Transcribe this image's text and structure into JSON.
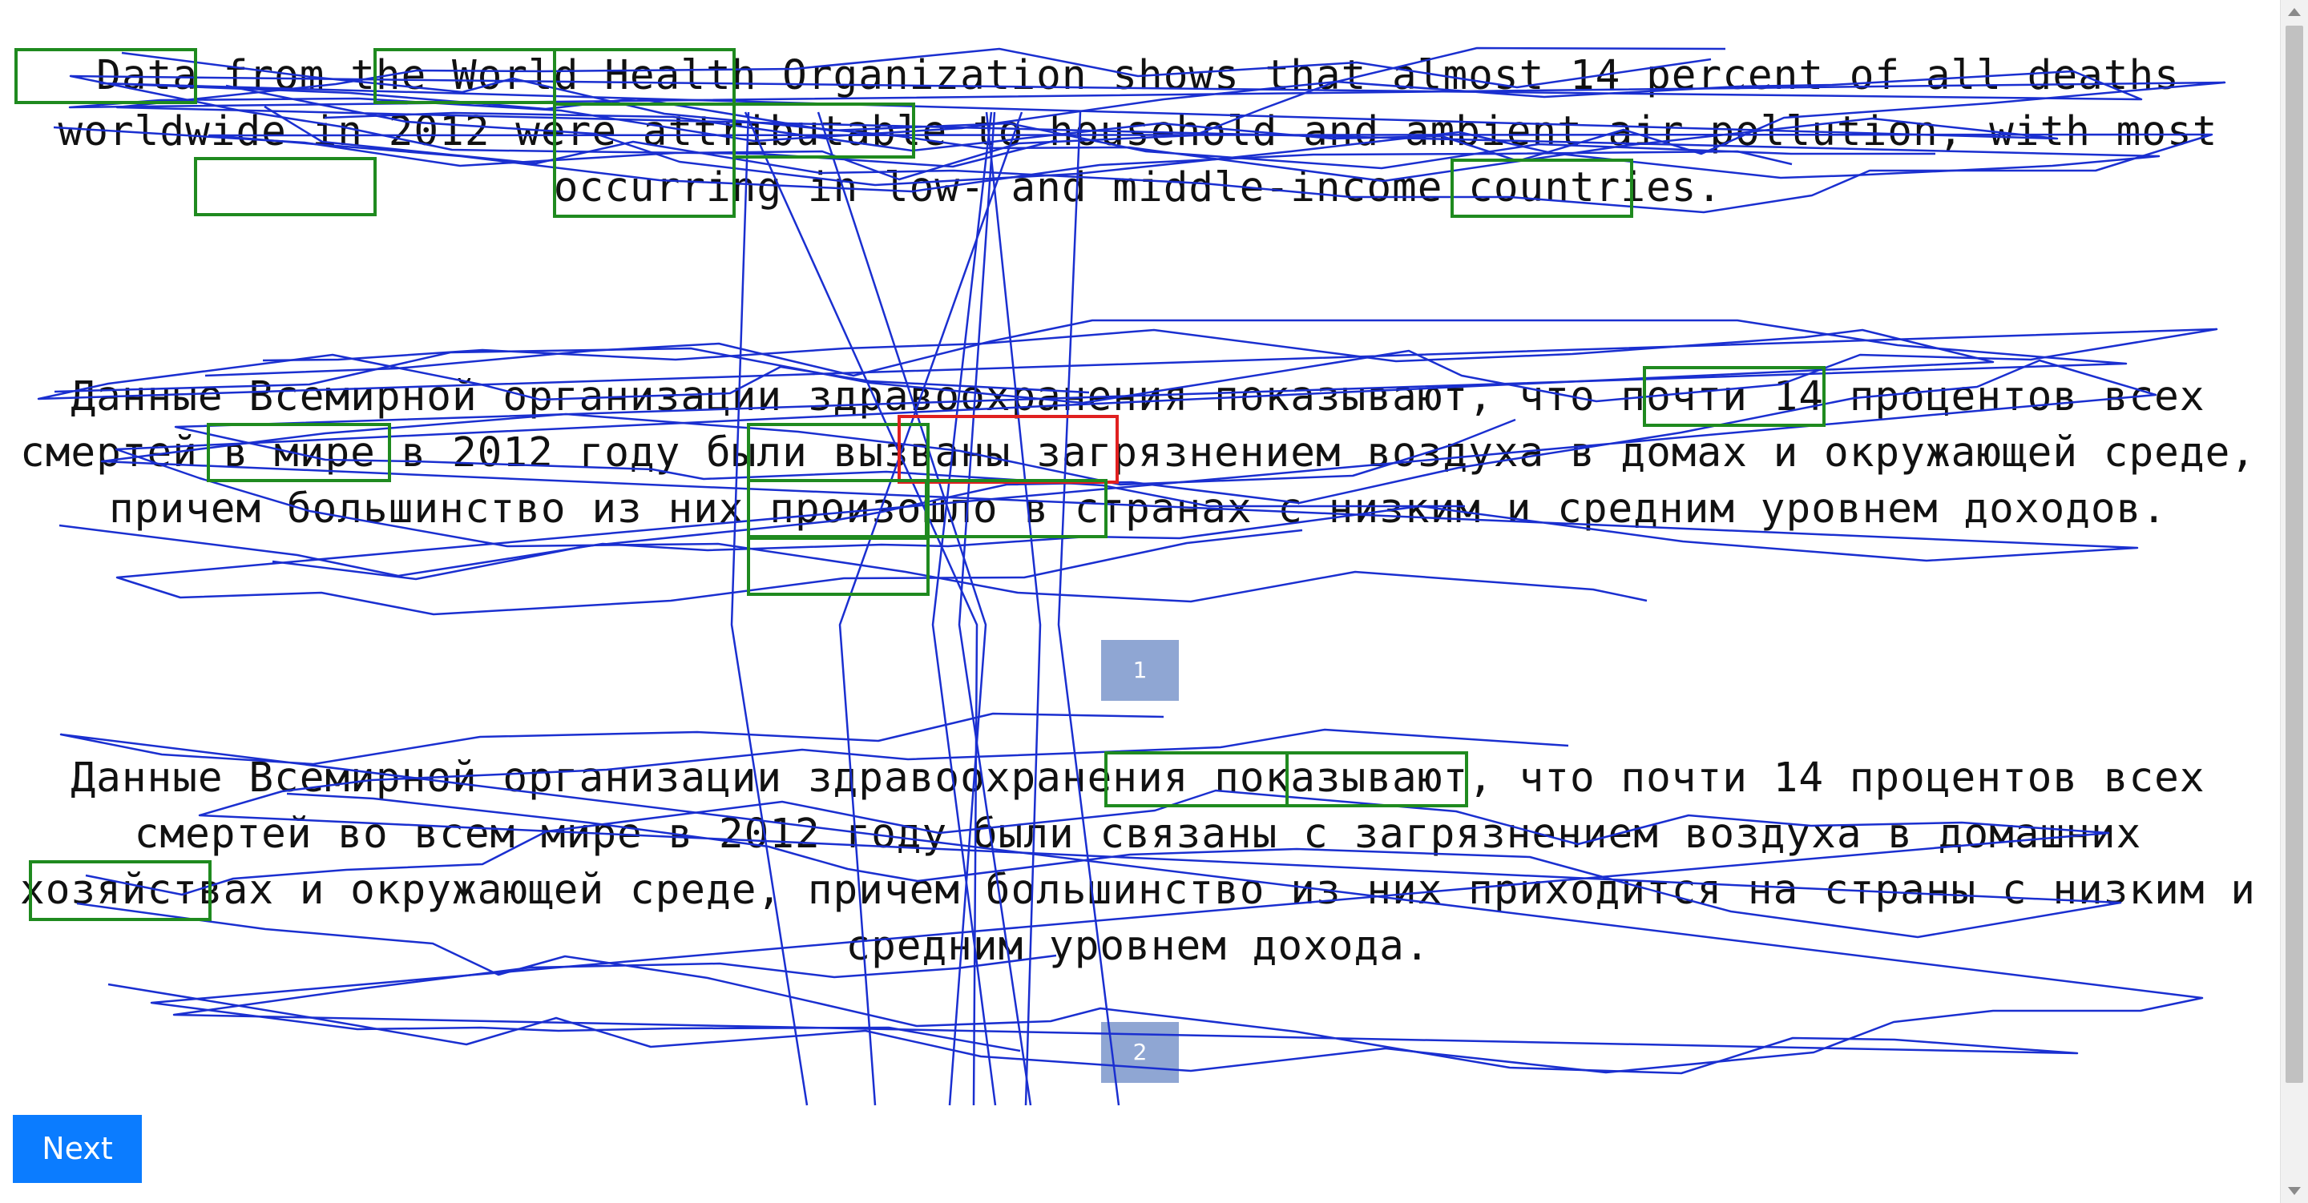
{
  "source_text": "Data from the World Health Organization shows that almost 14 percent of all deaths worldwide in 2012 were attributable to household and ambient air pollution, with most occurring in low- and middle-income countries.",
  "translation_1": "Данные Всемирной организации здравоохранения показывают, что почти 14 процентов всех смертей в мире в 2012 году были вызваны загрязнением воздуха в домах и окружающей среде, причем большинство из них произошло в странах с низким и средним уровнем доходов.",
  "translation_1_number": "1",
  "translation_2": "Данные Всемирной организации здравоохранения показывают, что почти 14 процентов всех смертей во всем мире в 2012 году были связаны с загрязнением воздуха в домашних хозяйствах и окружающей среде, причем большинство из них приходится на страны с низким и средним уровнем дохода.",
  "translation_2_number": "2",
  "next_button": "Next",
  "colors": {
    "gaze_trace": "#1a2fd0",
    "fixation_box": "#1f8a1f",
    "highlight_box": "#e02020",
    "badge": "#8fa6d3",
    "next_button": "#0b7cff"
  }
}
